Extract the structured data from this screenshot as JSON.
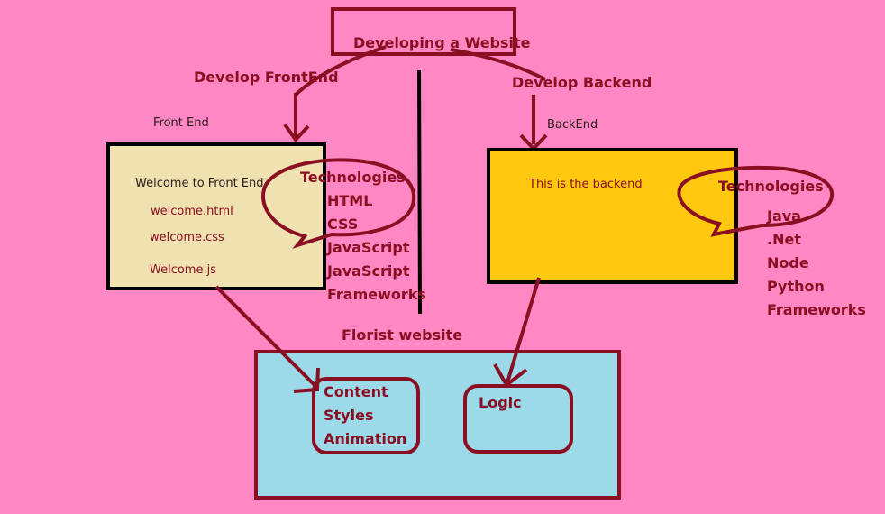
{
  "diagram": {
    "title": "Developing a Website",
    "edge_frontend": "Develop FrontEnd",
    "edge_backend": "Develop Backend",
    "frontend": {
      "caption": "Front End",
      "heading": "Welcome to Front End",
      "files": [
        "welcome.html",
        "welcome.css",
        "Welcome.js"
      ],
      "technologies_label": "Technologies",
      "technologies": [
        "HTML",
        "CSS",
        "JavaScript",
        "JavaScript",
        "Frameworks"
      ]
    },
    "backend": {
      "caption": "BackEnd",
      "heading": "This is the backend",
      "technologies_label": "Technologies",
      "technologies": [
        "Java",
        ".Net",
        "Node",
        "Python",
        "Frameworks"
      ]
    },
    "website": {
      "label": "Florist website",
      "content_box": [
        "Content",
        "Styles",
        "Animation"
      ],
      "logic_box": "Logic"
    },
    "colors": {
      "background": "#ff88c4",
      "stroke": "#8a0f22",
      "frontend_fill": "#efe2b0",
      "backend_fill": "#fdc80e",
      "website_fill": "#9cdaea"
    }
  }
}
